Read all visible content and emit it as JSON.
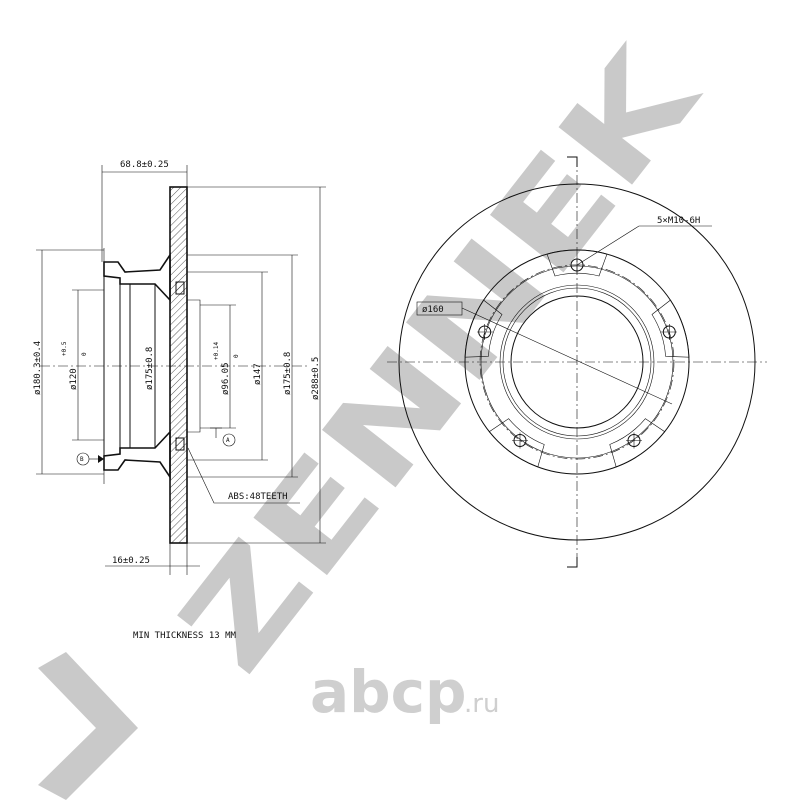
{
  "watermark": {
    "text": "ZENNEK"
  },
  "dimensions": {
    "overall_width": "68.8±0.25",
    "thickness": "16±0.25",
    "dia_180": "ø180.3±0.4",
    "dia_120": "ø120",
    "dia_120_tol_upper": "+0.5",
    "dia_120_tol_lower": "0",
    "dia_175_inner": "ø175±0.8",
    "dia_96": "ø96.05",
    "dia_96_tol_upper": "+0.14",
    "dia_96_tol_lower": "0",
    "dia_147": "ø147",
    "dia_175_outer": "ø175±0.8",
    "dia_288": "ø288±0.5",
    "bolt_circle": "ø160",
    "thread": "5×M10-6H",
    "abs": "ABS:48TEETH",
    "datum_a": "A",
    "datum_b": "B"
  },
  "notes": {
    "min_thickness": "MIN THICKNESS 13 MM"
  },
  "brand": {
    "name": "abcp",
    "tld": ".ru"
  }
}
